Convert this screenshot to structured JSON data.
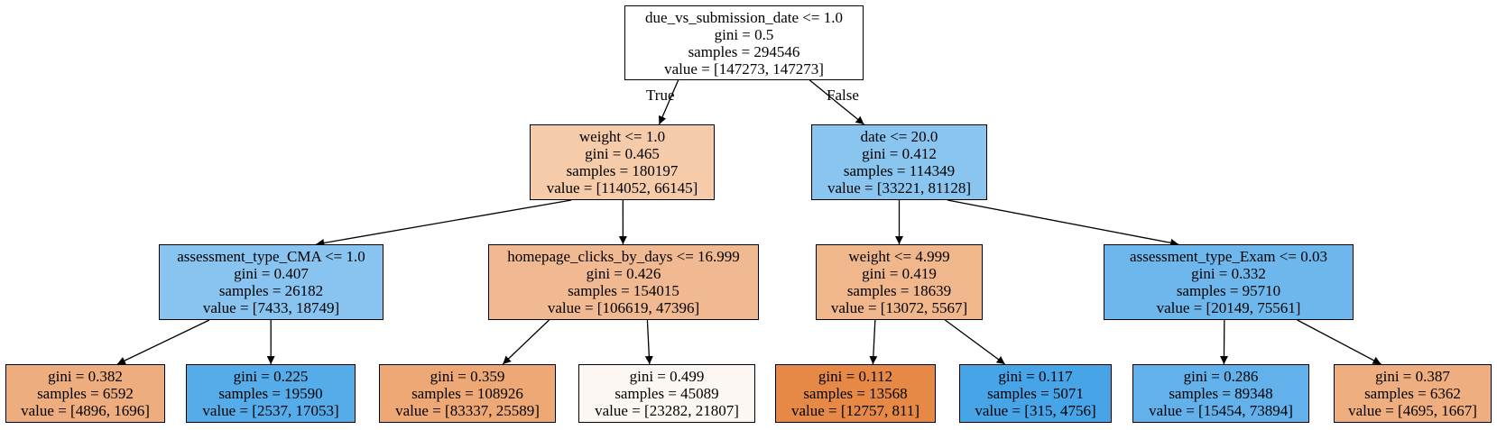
{
  "tree": {
    "edge_labels": {
      "true_label": "True",
      "false_label": "False"
    },
    "nodes": [
      {
        "id": "n0",
        "condition": "due_vs_submission_date <= 1.0",
        "gini": "gini = 0.5",
        "samples": "samples = 294546",
        "value": "value = [147273, 147273]",
        "fill": "#ffffff"
      },
      {
        "id": "n1",
        "condition": "weight <= 1.0",
        "gini": "gini = 0.465",
        "samples": "samples = 180197",
        "value": "value = [114052, 66145]",
        "fill": "#f5cba9"
      },
      {
        "id": "n2",
        "condition": "date <= 20.0",
        "gini": "gini = 0.412",
        "samples": "samples = 114349",
        "value": "value = [33221, 81128]",
        "fill": "#8ac5f0"
      },
      {
        "id": "n3",
        "condition": "assessment_type_CMA <= 1.0",
        "gini": "gini = 0.407",
        "samples": "samples = 26182",
        "value": "value = [7433, 18749]",
        "fill": "#88c4ef"
      },
      {
        "id": "n4",
        "condition": "homepage_clicks_by_days <= 16.999",
        "gini": "gini = 0.426",
        "samples": "samples = 154015",
        "value": "value = [106619, 47396]",
        "fill": "#f1b991"
      },
      {
        "id": "n5",
        "condition": "weight <= 4.999",
        "gini": "gini = 0.419",
        "samples": "samples = 18639",
        "value": "value = [13072, 5567]",
        "fill": "#f0b78d"
      },
      {
        "id": "n6",
        "condition": "assessment_type_Exam <= 0.03",
        "gini": "gini = 0.332",
        "samples": "samples = 95710",
        "value": "value = [20149, 75561]",
        "fill": "#6eb7ec"
      },
      {
        "id": "n7",
        "gini": "gini = 0.382",
        "samples": "samples = 6592",
        "value": "value = [4896, 1696]",
        "fill": "#eead7e"
      },
      {
        "id": "n8",
        "gini": "gini = 0.225",
        "samples": "samples = 19590",
        "value": "value = [2537, 17053]",
        "fill": "#56ace9"
      },
      {
        "id": "n9",
        "gini": "gini = 0.359",
        "samples": "samples = 108926",
        "value": "value = [83337, 25589]",
        "fill": "#eda876"
      },
      {
        "id": "n10",
        "gini": "gini = 0.499",
        "samples": "samples = 45089",
        "value": "value = [23282, 21807]",
        "fill": "#fdf7f3"
      },
      {
        "id": "n11",
        "gini": "gini = 0.112",
        "samples": "samples = 13568",
        "value": "value = [12757, 811]",
        "fill": "#e78946"
      },
      {
        "id": "n12",
        "gini": "gini = 0.117",
        "samples": "samples = 5071",
        "value": "value = [315, 4756]",
        "fill": "#46a4e7"
      },
      {
        "id": "n13",
        "gini": "gini = 0.286",
        "samples": "samples = 89348",
        "value": "value = [15454, 73894]",
        "fill": "#62b1ea"
      },
      {
        "id": "n14",
        "gini": "gini = 0.387",
        "samples": "samples = 6362",
        "value": "value = [4695, 1667]",
        "fill": "#eeae7f"
      }
    ],
    "edges": [
      [
        "n0",
        "n1"
      ],
      [
        "n0",
        "n2"
      ],
      [
        "n1",
        "n3"
      ],
      [
        "n1",
        "n4"
      ],
      [
        "n2",
        "n5"
      ],
      [
        "n2",
        "n6"
      ],
      [
        "n3",
        "n7"
      ],
      [
        "n3",
        "n8"
      ],
      [
        "n4",
        "n9"
      ],
      [
        "n4",
        "n10"
      ],
      [
        "n5",
        "n11"
      ],
      [
        "n5",
        "n12"
      ],
      [
        "n6",
        "n13"
      ],
      [
        "n6",
        "n14"
      ]
    ]
  }
}
